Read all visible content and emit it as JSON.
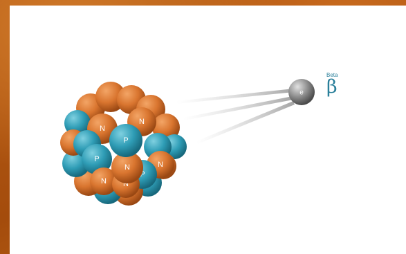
{
  "particles": {
    "proton_label": "P",
    "neutron_label": "N",
    "electron_label": "e"
  },
  "beta": {
    "word": "Beta",
    "symbol": "β"
  },
  "colors": {
    "proton": "#2f9db6",
    "neutron": "#d9752f",
    "electron": "#8e8e8e",
    "beta_text": "#2a7f9a",
    "slide_border": "#b35a12"
  }
}
